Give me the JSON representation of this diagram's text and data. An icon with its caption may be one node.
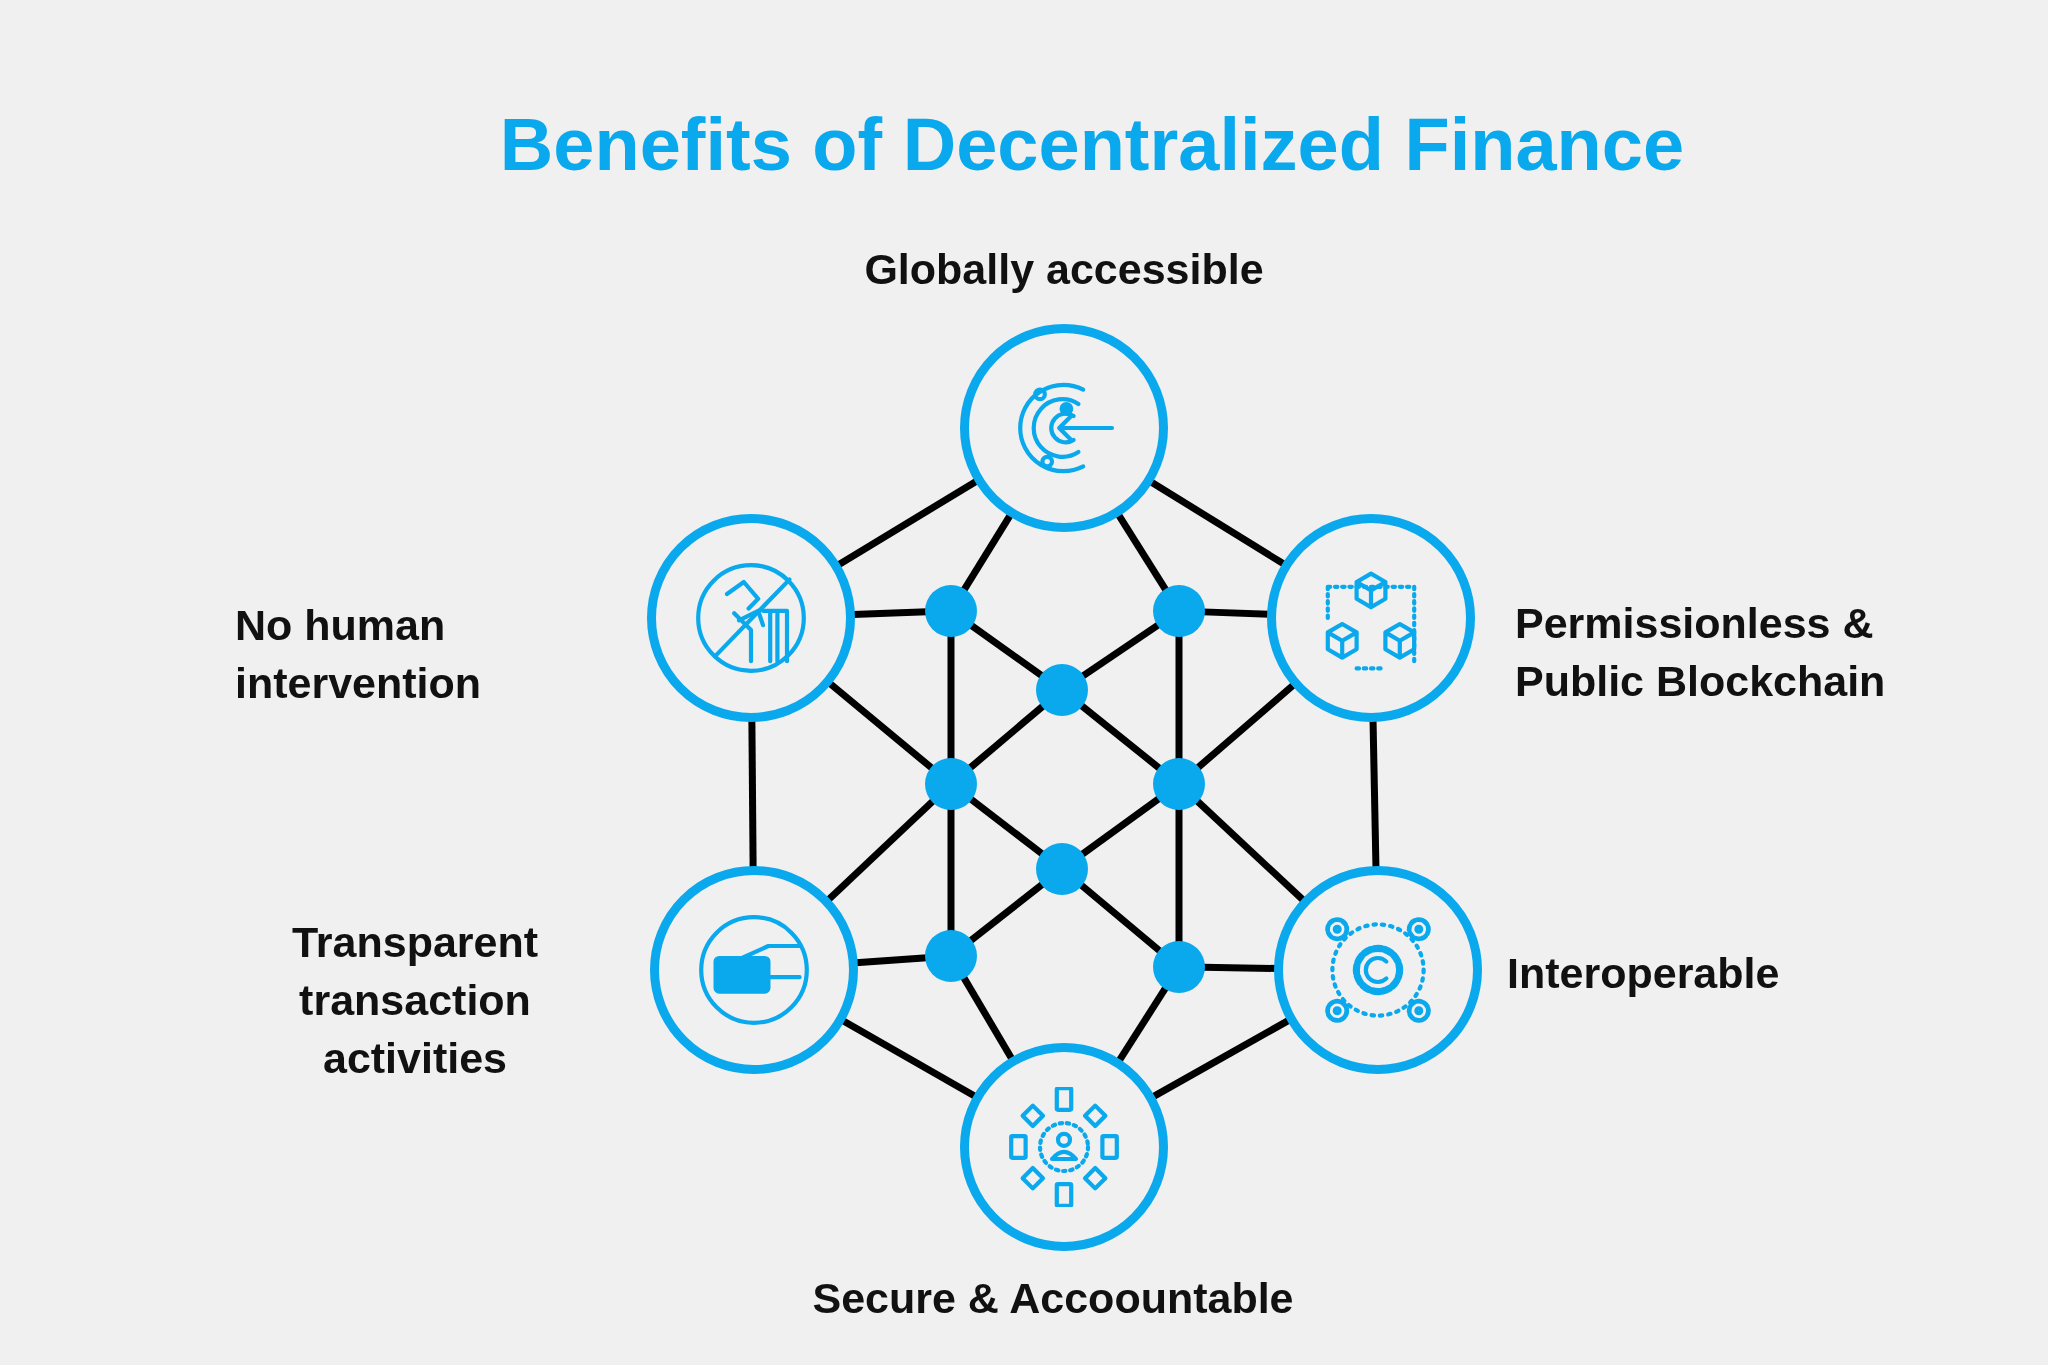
{
  "diagram": {
    "title": "Benefits of Decentralized Finance",
    "nodes": [
      {
        "text": [],
        "shape": "circle",
        "beside": [
          "Globally accessible"
        ]
      },
      {
        "text": [],
        "shape": "circle",
        "beside": [
          "No human intervention"
        ]
      },
      {
        "text": [],
        "shape": "circle",
        "beside": [
          "Permissionless & Public Blockchain"
        ]
      },
      {
        "text": [],
        "shape": "circle",
        "beside": [
          "Transparent transaction activities"
        ]
      },
      {
        "text": [],
        "shape": "circle",
        "beside": [
          "Interoperable"
        ]
      },
      {
        "text": [],
        "shape": "circle",
        "beside": [
          "Secure & Accoountable"
        ]
      },
      {
        "text": [],
        "shape": "circle"
      },
      {
        "text": [],
        "shape": "circle"
      },
      {
        "text": [],
        "shape": "circle"
      },
      {
        "text": [],
        "shape": "circle"
      },
      {
        "text": [],
        "shape": "circle"
      },
      {
        "text": [],
        "shape": "circle"
      },
      {
        "text": [],
        "shape": "circle"
      },
      {
        "text": [],
        "shape": "circle"
      }
    ],
    "edges": [
      {
        "from": 0,
        "to": 1,
        "arrow": "none"
      },
      {
        "from": 0,
        "to": 2,
        "arrow": "none"
      },
      {
        "from": 0,
        "to": 6,
        "arrow": "none"
      },
      {
        "from": 0,
        "to": 7,
        "arrow": "none"
      },
      {
        "from": 1,
        "to": 6,
        "arrow": "none"
      },
      {
        "from": 2,
        "to": 7,
        "arrow": "none"
      },
      {
        "from": 1,
        "to": 3,
        "arrow": "none"
      },
      {
        "from": 2,
        "to": 4,
        "arrow": "none"
      },
      {
        "from": 6,
        "to": 9,
        "arrow": "none"
      },
      {
        "from": 7,
        "to": 10,
        "arrow": "none"
      },
      {
        "from": 9,
        "to": 12,
        "arrow": "none"
      },
      {
        "from": 10,
        "to": 13,
        "arrow": "none"
      },
      {
        "from": 1,
        "to": 9,
        "arrow": "none"
      },
      {
        "from": 9,
        "to": 11,
        "arrow": "none"
      },
      {
        "from": 11,
        "to": 13,
        "arrow": "none"
      },
      {
        "from": 6,
        "to": 8,
        "arrow": "none"
      },
      {
        "from": 8,
        "to": 10,
        "arrow": "none"
      },
      {
        "from": 10,
        "to": 4,
        "arrow": "none"
      },
      {
        "from": 2,
        "to": 10,
        "arrow": "none"
      },
      {
        "from": 10,
        "to": 11,
        "arrow": "none"
      },
      {
        "from": 11,
        "to": 12,
        "arrow": "none"
      },
      {
        "from": 7,
        "to": 8,
        "arrow": "none"
      },
      {
        "from": 8,
        "to": 9,
        "arrow": "none"
      },
      {
        "from": 9,
        "to": 3,
        "arrow": "none"
      },
      {
        "from": 3,
        "to": 12,
        "arrow": "none"
      },
      {
        "from": 4,
        "to": 13,
        "arrow": "none"
      },
      {
        "from": 12,
        "to": 5,
        "arrow": "none"
      },
      {
        "from": 13,
        "to": 5,
        "arrow": "none"
      },
      {
        "from": 3,
        "to": 5,
        "arrow": "none"
      },
      {
        "from": 4,
        "to": 5,
        "arrow": "none"
      }
    ]
  }
}
